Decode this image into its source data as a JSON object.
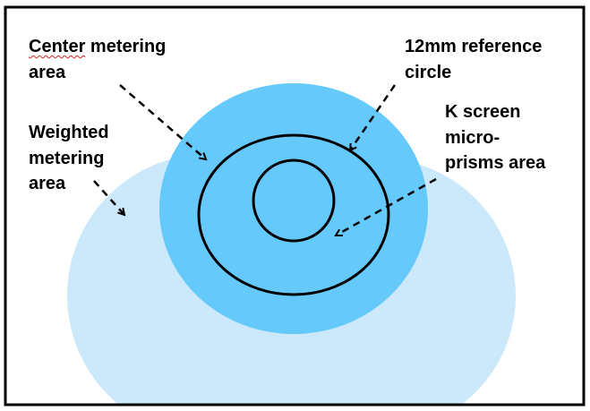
{
  "colors": {
    "weighted_area": "#cce9fb",
    "center_area": "#66c9fb",
    "outline": "#000000"
  },
  "labels": {
    "center_metering": {
      "line1a": "Center",
      "line1b": " metering",
      "line2": "area"
    },
    "reference_circle": {
      "line1": "12mm reference",
      "line2": "circle"
    },
    "microprisms": {
      "line1": "K screen",
      "line2": "micro-",
      "line3": "prisms area"
    },
    "weighted_metering": {
      "line1": "Weighted",
      "line2": "metering",
      "line3": "area"
    }
  }
}
